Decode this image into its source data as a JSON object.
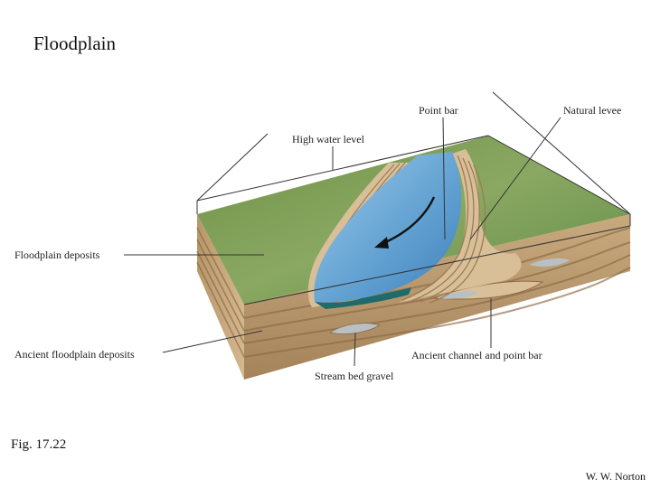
{
  "slide": {
    "title": "Floodplain",
    "figure_number": "Fig. 17.22",
    "credit": "W. W. Norton"
  },
  "diagram": {
    "labels": {
      "high_water": "High water level",
      "point_bar": "Point bar",
      "natural_levee": "Natural levee",
      "floodplain_deposits": "Floodplain deposits",
      "ancient_floodplain": "Ancient floodplain deposits",
      "stream_bed_gravel": "Stream bed gravel",
      "ancient_channel": "Ancient channel and point bar"
    },
    "colors": {
      "grass": "#7a9a52",
      "water": "#6fa9d6",
      "sediment": "#d8bf98",
      "sediment_dark": "#9c7c56",
      "gravel": "#b8c0c4"
    }
  }
}
